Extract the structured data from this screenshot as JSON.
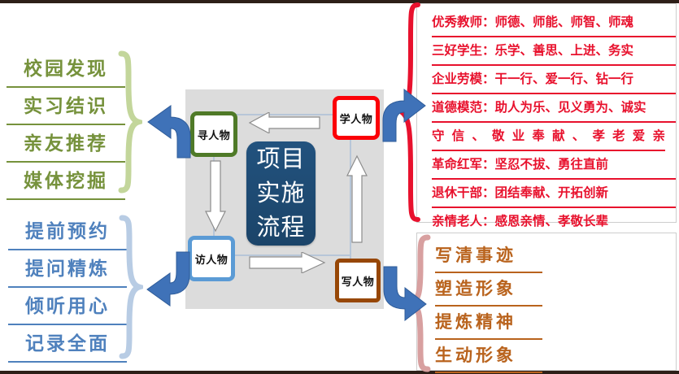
{
  "slide": {
    "title": "项目实施流程"
  },
  "left_top": {
    "accent_color": "#76923c",
    "brace_color": "#c3d69b",
    "items": [
      "校园发现",
      "实习结识",
      "亲友推荐",
      "媒体挖掘"
    ]
  },
  "left_bottom": {
    "accent_color": "#4f81bd",
    "brace_color": "#b8cce4",
    "items": [
      "提前预约",
      "提问精炼",
      "倾听用心",
      "记录全面"
    ]
  },
  "right_top": {
    "accent_color": "#e8112d",
    "brace_color": "#e8112d",
    "items": [
      "优秀教师：师德、师能、师智、师魂",
      "三好学生：乐学、善思、上进、务实",
      "企业劳模：干一行、爱一行、钻一行",
      "道德模范：助人为乐、见义勇为、诚实",
      "守信、敬业奉献、孝老爱亲",
      "革命红军：坚忍不拔、勇往直前",
      "退休干部：团结奉献、开拓创新",
      "亲情老人：感恩亲情、孝敬长辈"
    ]
  },
  "right_bottom": {
    "accent_color": "#b9631d",
    "brace_color": "#d8a0a0",
    "items": [
      "写清事迹",
      "塑造形象",
      "提炼精神",
      "生动形象"
    ]
  },
  "diagram": {
    "background_color": "#dcdcdc",
    "core_label": "项目实施流程",
    "core_color": "#1f4e79",
    "nodes": [
      {
        "id": "xun",
        "label": "寻人物",
        "border_color": "#4f7a28"
      },
      {
        "id": "xue",
        "label": "学人物",
        "border_color": "#fb0007"
      },
      {
        "id": "fang",
        "label": "访人物",
        "border_color": "#5b9bd5"
      },
      {
        "id": "xie",
        "label": "写人物",
        "border_color": "#974706"
      }
    ],
    "flow_arrows": [
      {
        "name": "arrow-left",
        "direction": "left"
      },
      {
        "name": "arrow-down",
        "direction": "down"
      },
      {
        "name": "arrow-right",
        "direction": "right"
      },
      {
        "name": "arrow-up",
        "direction": "up"
      }
    ],
    "curved_arrows": [
      {
        "name": "curved-arrow-up-left",
        "color": "#3f72b8"
      },
      {
        "name": "curved-arrow-up-right",
        "color": "#3f72b8"
      },
      {
        "name": "curved-arrow-down-left",
        "color": "#3f72b8"
      },
      {
        "name": "curved-arrow-down-right",
        "color": "#3f72b8"
      }
    ]
  }
}
